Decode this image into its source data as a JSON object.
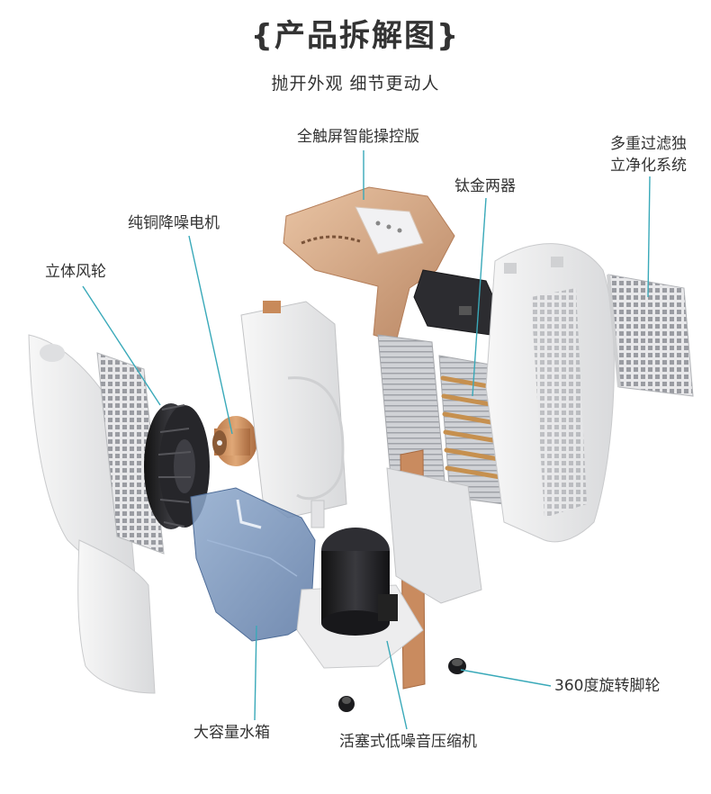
{
  "header": {
    "title": "{产品拆解图}",
    "subtitle": "抛开外观 细节更动人"
  },
  "labels": {
    "control_panel": "全触屏智能操控版",
    "filter_line1": "多重过滤独",
    "filter_line2": "立净化系统",
    "evaporator": "钛金两器",
    "motor": "纯铜降噪电机",
    "fan_wheel": "立体风轮",
    "casters": "360度旋转脚轮",
    "water_tank": "大容量水箱",
    "compressor": "活塞式低噪音压缩机"
  },
  "colors": {
    "accent_line": "#39a9b9",
    "panel_gold": "#d8a884",
    "copper": "#c88a5a",
    "tank_blue": "#6f8fb8",
    "dark_part": "#1e1e22"
  }
}
